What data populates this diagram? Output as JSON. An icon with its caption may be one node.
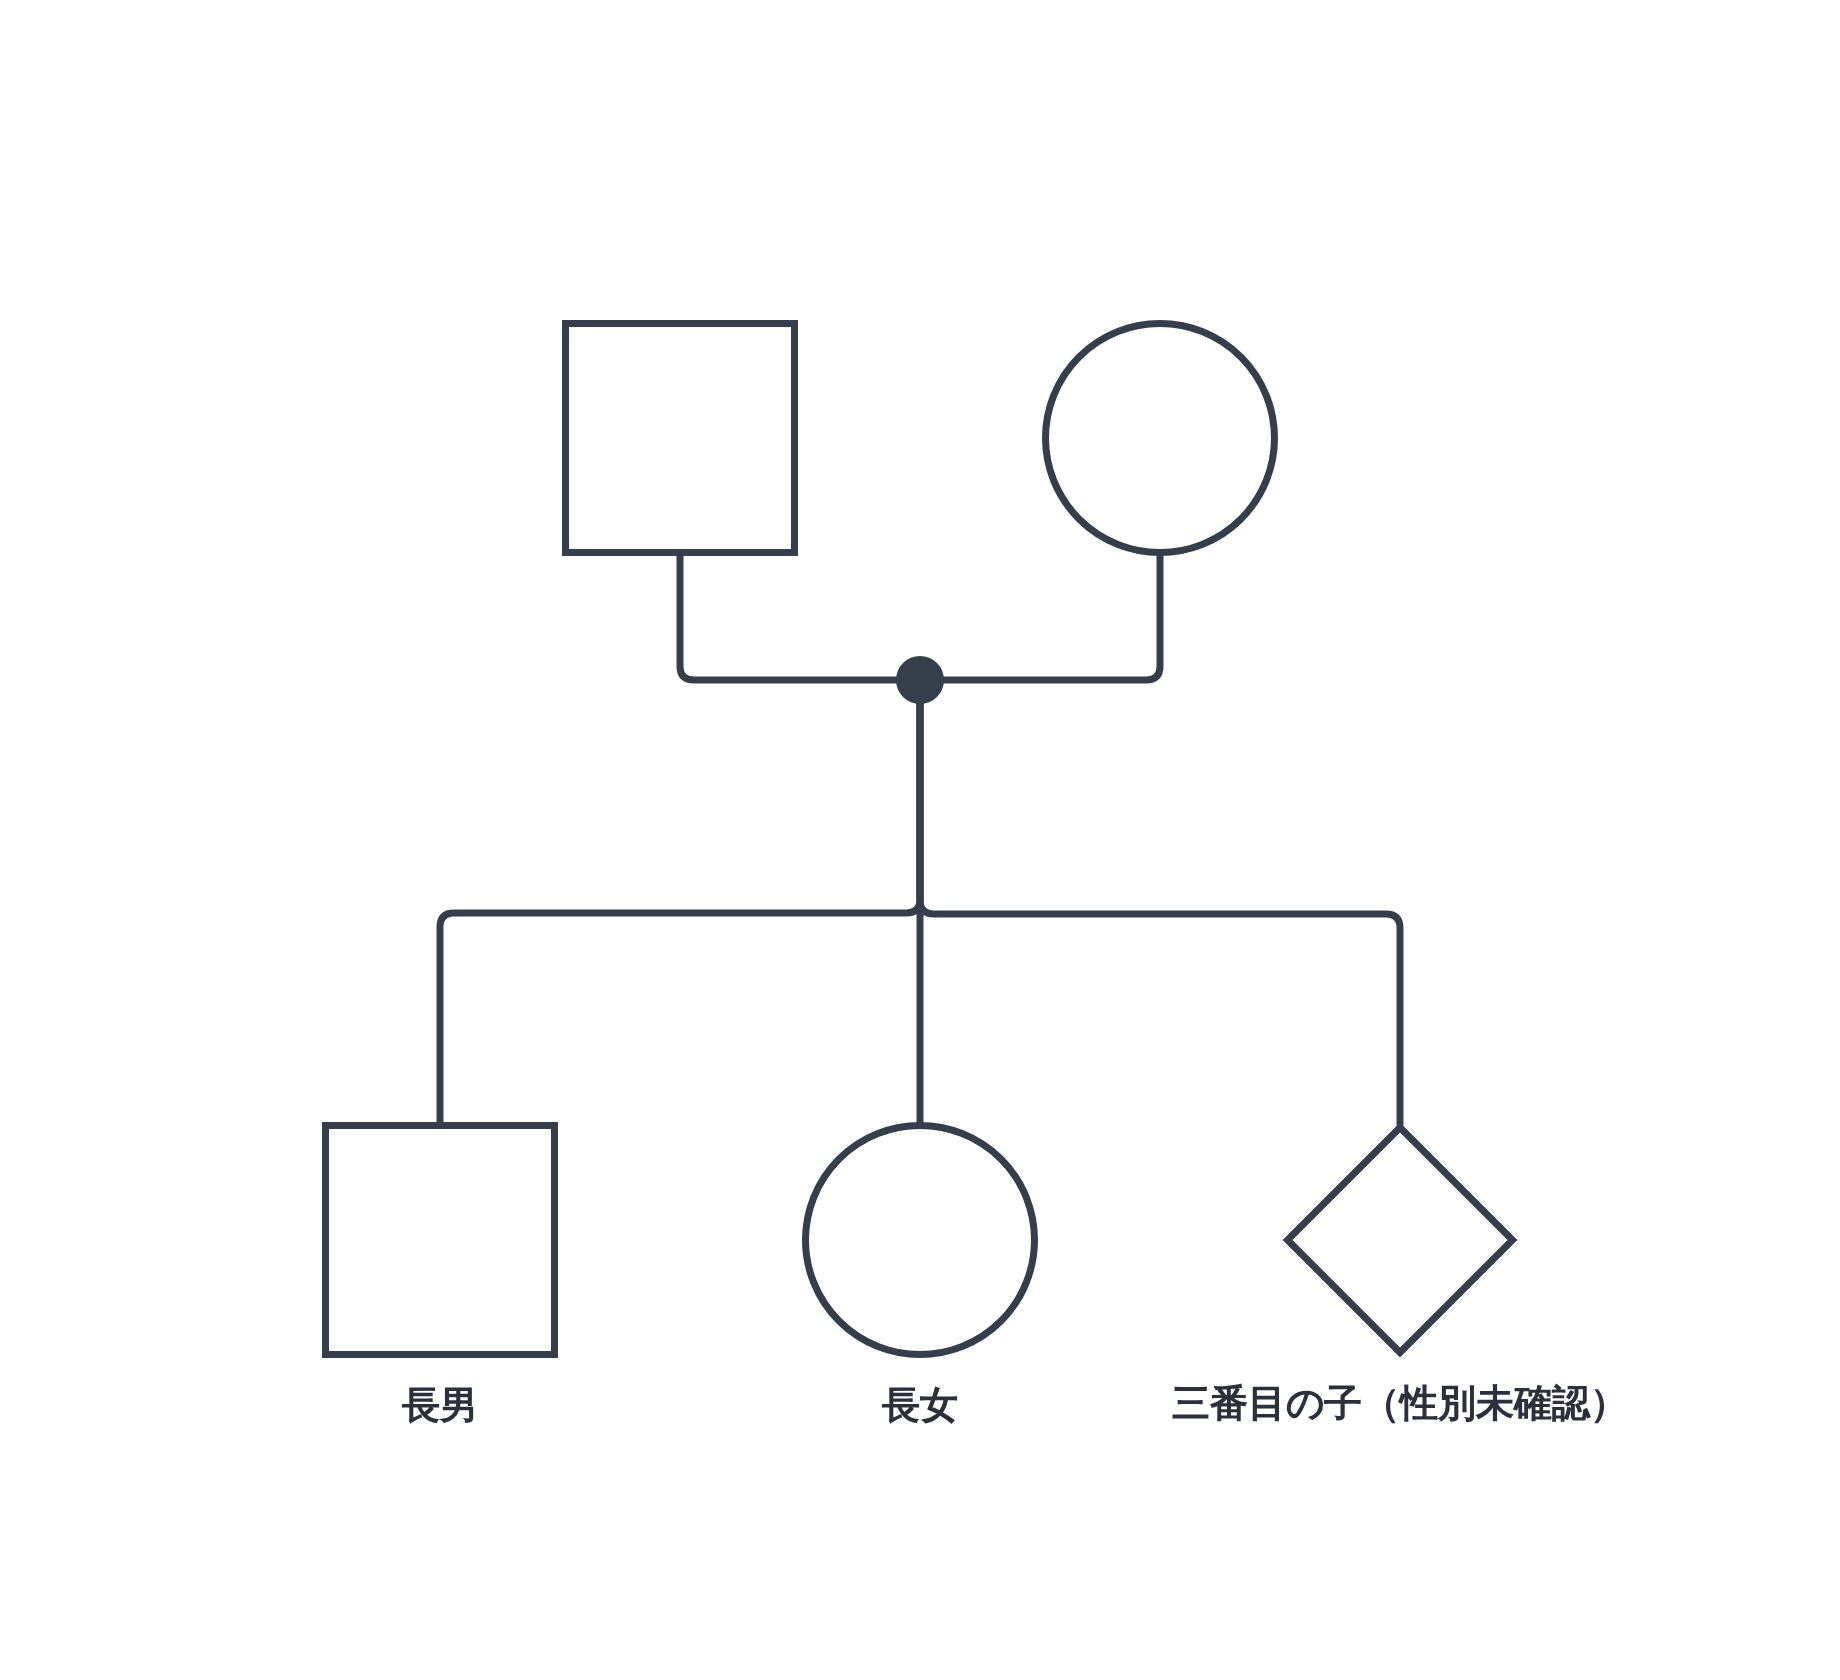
{
  "diagram": {
    "nodes": [
      {
        "text": [],
        "shape": "box"
      },
      {
        "text": [],
        "shape": "circle"
      },
      {
        "text": [],
        "shape": "dot"
      },
      {
        "text": [],
        "shape": "box",
        "beside": [
          "長男"
        ]
      },
      {
        "text": [],
        "shape": "circle",
        "beside": [
          "長女"
        ]
      },
      {
        "text": [],
        "shape": "diamond",
        "beside": [
          "三番目の子（性別未確認）"
        ]
      }
    ],
    "edges": [
      {
        "from": 0,
        "to": 2,
        "arrow": "none"
      },
      {
        "from": 1,
        "to": 2,
        "arrow": "none"
      },
      {
        "from": 2,
        "to": 3,
        "arrow": "none"
      },
      {
        "from": 2,
        "to": 4,
        "arrow": "none"
      },
      {
        "from": 2,
        "to": 5,
        "arrow": "none"
      }
    ]
  }
}
